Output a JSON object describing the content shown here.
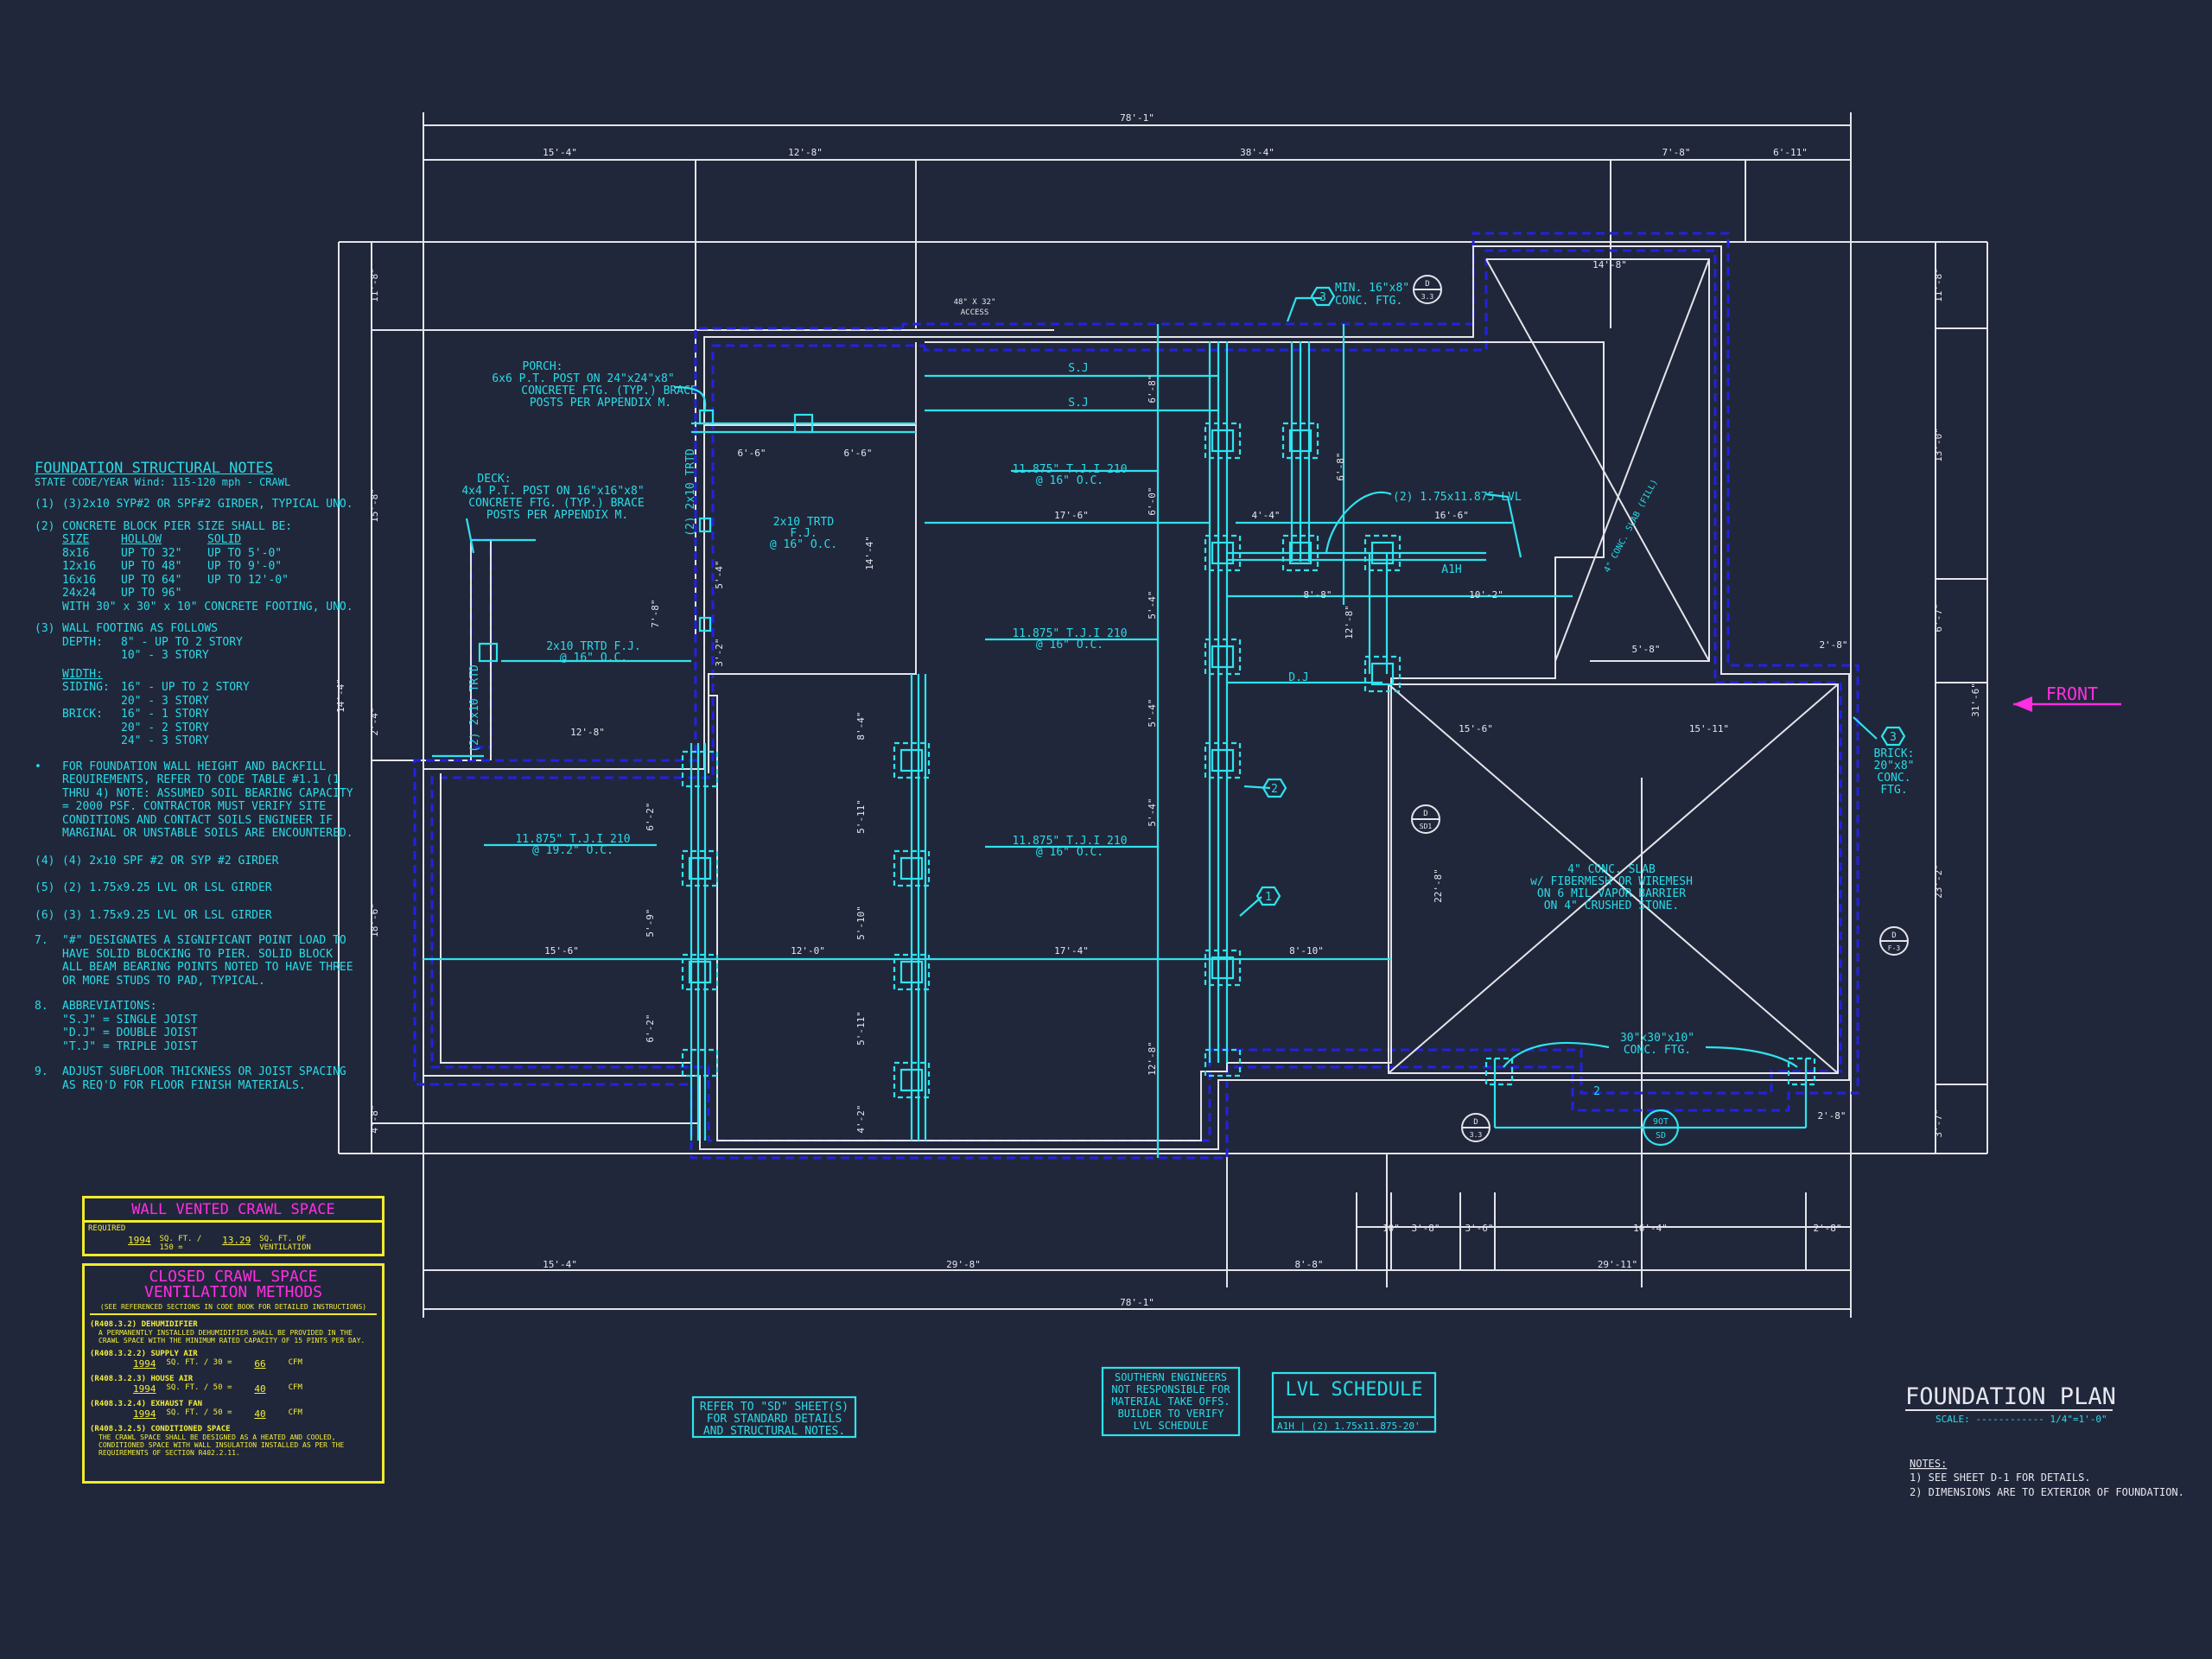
{
  "title": {
    "main": "FOUNDATION PLAN",
    "scale": "SCALE: ------------ 1/4\"=1'-0\""
  },
  "plan_notes": {
    "head": "NOTES:",
    "lines": [
      "1) SEE SHEET D-1 FOR DETAILS.",
      "2) DIMENSIONS ARE TO EXTERIOR OF FOUNDATION."
    ]
  },
  "front_label": "FRONT",
  "structural_notes": {
    "title": "FOUNDATION STRUCTURAL NOTES",
    "subtitle": "STATE CODE/YEAR Wind: 115-120 mph - CRAWL",
    "n1": "(3)2x10 SYP#2 OR SPF#2 GIRDER, TYPICAL UNO.",
    "n2": "CONCRETE BLOCK PIER SIZE SHALL BE:",
    "pier_head": [
      "SIZE",
      "HOLLOW",
      "SOLID"
    ],
    "pier_rows": [
      [
        "8x16",
        "UP TO 32\"",
        "UP TO 5'-0\""
      ],
      [
        "12x16",
        "UP TO 48\"",
        "UP TO 9'-0\""
      ],
      [
        "16x16",
        "UP TO 64\"",
        "UP TO 12'-0\""
      ],
      [
        "24x24",
        "UP TO 96\"",
        ""
      ]
    ],
    "n2b": "WITH 30\" x 30\" x 10\" CONCRETE FOOTING, UNO.",
    "n3": "WALL FOOTING AS FOLLOWS",
    "depth_label": "DEPTH:",
    "depth": [
      "8\" - UP TO 2 STORY",
      "10\" - 3 STORY"
    ],
    "width_label": "WIDTH:",
    "siding_label": "SIDING:",
    "siding": [
      "16\" - UP TO 2 STORY",
      "20\" - 3 STORY"
    ],
    "brick_label": "BRICK:",
    "brick": [
      "16\" - 1 STORY",
      "20\" - 2 STORY",
      "24\" - 3 STORY"
    ],
    "wall_note": "FOR FOUNDATION WALL HEIGHT AND BACKFILL REQUIREMENTS, REFER TO CODE TABLE #1.1 (1 THRU 4) NOTE: ASSUMED SOIL BEARING CAPACITY = 2000 PSF. CONTRACTOR MUST VERIFY SITE CONDITIONS AND CONTACT SOILS ENGINEER IF MARGINAL OR UNSTABLE SOILS ARE ENCOUNTERED.",
    "n4": "(4) 2x10 SPF #2 OR SYP #2 GIRDER",
    "n5": "(2) 1.75x9.25 LVL OR LSL GIRDER",
    "n6": "(3) 1.75x9.25 LVL OR LSL GIRDER",
    "n7": "\"#\" DESIGNATES A SIGNIFICANT POINT LOAD TO HAVE SOLID BLOCKING TO PIER. SOLID BLOCK ALL BEAM BEARING POINTS NOTED TO HAVE THREE OR MORE STUDS TO PAD, TYPICAL.",
    "n8": "ABBREVIATIONS:",
    "abbr": [
      "\"S.J\" = SINGLE JOIST",
      "\"D.J\" = DOUBLE JOIST",
      "\"T.J\" = TRIPLE JOIST"
    ],
    "n9": "ADJUST SUBFLOOR THICKNESS OR JOIST SPACING AS REQ'D FOR FLOOR FINISH MATERIALS."
  },
  "wall_vented": {
    "title": "WALL VENTED CRAWL SPACE",
    "required": "REQUIRED",
    "area": "1994",
    "unit1": "SQ. FT. / 150 =",
    "vent": "13.29",
    "unit2": "SQ. FT. OF VENTILATION"
  },
  "closed_crawl": {
    "title1": "CLOSED CRAWL SPACE",
    "title2": "VENTILATION METHODS",
    "ref": "(SEE REFERENCED SECTIONS IN CODE BOOK FOR DETAILED INSTRUCTIONS)",
    "dehum_head": "(R408.3.2) DEHUMIDIFIER",
    "dehum_text": "A PERMANENTLY INSTALLED DEHUMIDIFIER SHALL BE PROVIDED IN THE CRAWL SPACE WITH THE MINIMUM RATED CAPACITY OF 15 PINTS PER DAY.",
    "supply_head": "(R408.3.2.2) SUPPLY AIR",
    "supply": [
      "1994",
      "SQ. FT. / 30 =",
      "66",
      "CFM"
    ],
    "house_head": "(R408.3.2.3) HOUSE AIR",
    "house": [
      "1994",
      "SQ. FT. / 50 =",
      "40",
      "CFM"
    ],
    "exhaust_head": "(R408.3.2.4) EXHAUST FAN",
    "exhaust": [
      "1994",
      "SQ. FT. / 50 =",
      "40",
      "CFM"
    ],
    "cond_head": "(R408.3.2.5) CONDITIONED SPACE",
    "cond_text": "THE CRAWL SPACE SHALL BE DESIGNED AS A HEATED AND COOLED, CONDITIONED SPACE WITH WALL INSULATION INSTALLED AS PER THE REQUIREMENTS OF SECTION R402.2.11."
  },
  "refer_box": [
    "REFER TO \"SD\" SHEET(S)",
    "FOR STANDARD DETAILS",
    "AND STRUCTURAL NOTES."
  ],
  "southern_box": [
    "SOUTHERN ENGINEERS",
    "NOT RESPONSIBLE FOR",
    "MATERIAL TAKE OFFS.",
    "BUILDER TO VERIFY",
    "LVL SCHEDULE"
  ],
  "lvl_schedule": {
    "title": "LVL SCHEDULE",
    "row": "A1H | (2) 1.75x11.875-20'"
  },
  "dims": {
    "overall": "78'-1\"",
    "top": [
      "15'-4\"",
      "12'-8\"",
      "38'-4\"",
      "7'-8\"",
      "6'-11\""
    ],
    "bottom": [
      "15'-4\"",
      "29'-8\"",
      "8'-8\"",
      "29'-11\""
    ],
    "bottom_right": [
      "10\"",
      "3'-8\"",
      "3'-6\"",
      "16'-4\"",
      "2'-8\""
    ],
    "left": [
      "11'-8\"",
      "15'-8\"",
      "14'-4\"",
      "2'-4\"",
      "18'-6\"",
      "4'-8\""
    ],
    "right": [
      "11'-8\"",
      "13'-0\"",
      "6'-7\"",
      "31'-6\"",
      "23'-2\"",
      "3'-7\""
    ],
    "inner": [
      "6'-6\"",
      "6'-6\"",
      "12'-8\"",
      "15'-6\"",
      "12'-0\"",
      "17'-4\"",
      "8'-10\"",
      "17'-6\"",
      "4'-4\"",
      "16'-6\"",
      "8'-8\"",
      "10'-2\"",
      "14'-8\"",
      "15'-6\"",
      "15'-11\"",
      "5'-8\"",
      "2'-8\"",
      "22'-8\"",
      "2'-8\""
    ],
    "vertical_inner": [
      "6'-0\"",
      "5'-4\"",
      "5'-4\"",
      "5'-4\"",
      "12'-8\"",
      "6'-8\"",
      "5'-11\"",
      "5'-10\"",
      "5'-11\"",
      "4'-2\"",
      "6'-2\"",
      "5'-9\"",
      "6'-2\"",
      "8'-4\"",
      "14'-4\"",
      "5'-4\"",
      "7'-8\"",
      "3'-2\"",
      "6'-8\"",
      "12'-8\""
    ]
  },
  "labels": {
    "porch": [
      "PORCH:",
      "6x6 P.T. POST ON 24\"x24\"x8\"",
      "CONCRETE FTG. (TYP.) BRACE",
      "POSTS PER APPENDIX M."
    ],
    "deck": [
      "DECK:",
      "4x4 P.T. POST ON 16\"x16\"x8\"",
      "CONCRETE FTG. (TYP.) BRACE",
      "POSTS PER APPENDIX M."
    ],
    "min_ftg": [
      "MIN. 16\"x8\"",
      "CONC. FTG."
    ],
    "access": [
      "48\" X 32\"",
      "ACCESS"
    ],
    "sj": "S.J",
    "dj": "D.J",
    "joist1": [
      "11.875\" T.J.I 210",
      "@ 16\" O.C."
    ],
    "joist2": [
      "11.875\" T.J.I 210",
      "@ 16\" O.C."
    ],
    "joist3": [
      "11.875\" T.J.I 210",
      "@ 16\" O.C."
    ],
    "joist4": [
      "11.875\" T.J.I 210",
      "@ 19.2\" O.C."
    ],
    "trtd1": [
      "2x10 TRTD",
      "F.J.",
      "@ 16\" O.C."
    ],
    "trtd2": [
      "2x10 TRTD F.J.",
      "@ 16\" O.C."
    ],
    "trtd_v1": "(2) 2x10 TRTD",
    "trtd_v2": "(2) 2x10 TRTD",
    "lvl": "(2) 1.75x11.875 LVL",
    "a1h": "A1H",
    "slab": [
      "4\" CONC. SLAB",
      "w/ FIBERMESH OR WIREMESH",
      "ON 6 MIL VAPOR BARRIER",
      "ON 4\" CRUSHED STONE."
    ],
    "ftg30": [
      "30\"x30\"x10\"",
      "CONC. FTG."
    ],
    "brick": [
      "BRICK:",
      "20\"x8\"",
      "CONC.",
      "FTG."
    ],
    "conc_slab_diag": "4\" CONC. SLAB (FILL)",
    "two": "2",
    "tag_2": "2",
    "tag_1": "1",
    "tag_3a": "3",
    "tag_3b": "3",
    "det1": [
      "D",
      "3.3"
    ],
    "det2": [
      "D",
      "SD1"
    ],
    "det3": [
      "D",
      "F-3"
    ],
    "det4": [
      "D",
      "3.3"
    ],
    "det5": [
      "9OT",
      "SD"
    ]
  },
  "colors": {
    "background": "#21273a",
    "white": "#e6e6ee",
    "cyan": "#29dbe8",
    "blue": "#2222e0",
    "magenta": "#ff2ee2",
    "yellow": "#f2ee3a"
  }
}
